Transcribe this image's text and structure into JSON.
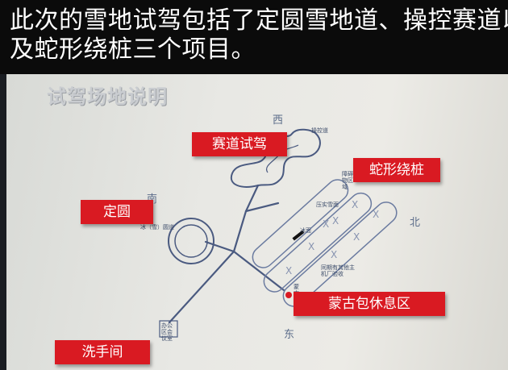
{
  "caption": {
    "line1": "此次的雪地试驾包括了定圆雪地道、操控赛道以",
    "line2": "及蛇形绕桩三个项目。"
  },
  "screen": {
    "title": "试驾场地说明"
  },
  "tags": {
    "track": "赛道试驾",
    "slalom": "蛇形绕桩",
    "circle": "定圆",
    "rest": "蒙古包休息区",
    "wc": "洗手间"
  },
  "directions": {
    "west": "西",
    "south": "南",
    "north": "北",
    "east": "东"
  },
  "small_labels": {
    "handling": "操控道",
    "ice_circle": "冰（雪）圆道",
    "ice": "冰面",
    "obstacles": "障碍物区域",
    "surface": "压实雪面",
    "cones": "同期有其他主机厂验收",
    "yurt": "蒙古包",
    "office": "办公区会议室"
  },
  "colors": {
    "tag_red": "#d91a22",
    "road": "#4a5a80"
  }
}
